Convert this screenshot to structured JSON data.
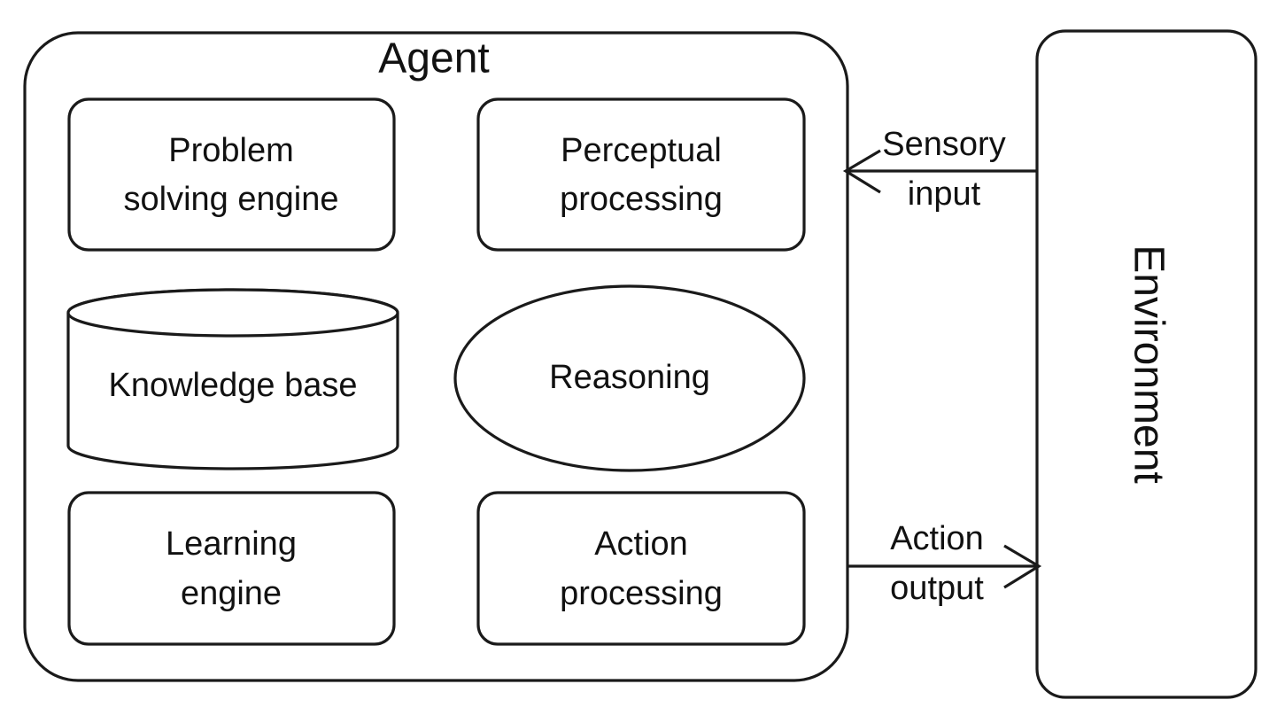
{
  "diagram": {
    "title": "Agent",
    "background_color": "#ffffff",
    "stroke_color": "#1a1a1a",
    "text_color": "#111111"
  },
  "agent": {
    "title": "Agent",
    "components": [
      {
        "id": "problem-solving-engine",
        "shape": "rounded-rect",
        "lines": [
          "Problem",
          "solving engine"
        ]
      },
      {
        "id": "perceptual-processing",
        "shape": "rounded-rect",
        "lines": [
          "Perceptual",
          "processing"
        ]
      },
      {
        "id": "knowledge-base",
        "shape": "cylinder",
        "lines": [
          "Knowledge base"
        ]
      },
      {
        "id": "reasoning",
        "shape": "ellipse",
        "lines": [
          "Reasoning"
        ]
      },
      {
        "id": "learning-engine",
        "shape": "rounded-rect",
        "lines": [
          "Learning",
          "engine"
        ]
      },
      {
        "id": "action-processing",
        "shape": "rounded-rect",
        "lines": [
          "Action",
          "processing"
        ]
      }
    ]
  },
  "environment": {
    "label": "Environment",
    "shape": "rounded-rect",
    "orientation": "vertical"
  },
  "connections": [
    {
      "id": "sensory-input",
      "lines": [
        "Sensory",
        "input"
      ],
      "direction": "environment-to-agent",
      "arrow": "left"
    },
    {
      "id": "action-output",
      "lines": [
        "Action",
        "output"
      ],
      "direction": "agent-to-environment",
      "arrow": "right"
    }
  ]
}
